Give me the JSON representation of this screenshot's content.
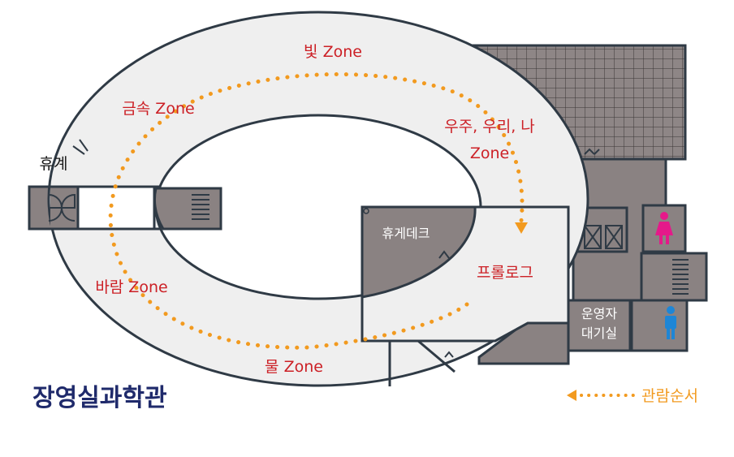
{
  "building": {
    "title": "장영실과학관"
  },
  "zones": {
    "light": "빛 Zone",
    "metal": "금속 Zone",
    "universe_line1": "우주, 우리, 나",
    "universe_line2": "Zone",
    "wind": "바람 Zone",
    "water": "물 Zone"
  },
  "rooms": {
    "rest": "휴계",
    "rest_deck": "휴게데크",
    "prologue": "프롤로그",
    "staff_line1": "운영자",
    "staff_line2": "대기실"
  },
  "legend": {
    "label": "관람순서"
  },
  "icons": {
    "female_restroom": "female-restroom-icon",
    "male_restroom": "male-restroom-icon",
    "elevator": "elevator-icon",
    "stairs": "stairs-icon"
  },
  "colors": {
    "wall": "#2f3a45",
    "floor": "#efefef",
    "service": "#8a8282",
    "zone_text": "#cc2026",
    "route": "#f29a1f",
    "title": "#1f2a6b",
    "female": "#e5198a",
    "male": "#1e86d6"
  }
}
